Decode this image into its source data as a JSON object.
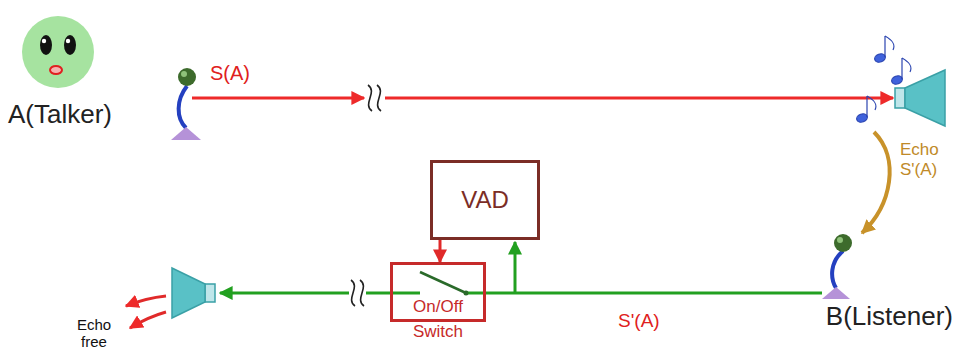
{
  "diagram": {
    "nodes": [
      {
        "text": [
          "VAD"
        ]
      },
      {
        "text": [
          "On/Off",
          "Switch"
        ]
      }
    ],
    "edges": [
      {
        "from": 0,
        "to": 1,
        "arrow": "to"
      }
    ],
    "labels": [
      "A(Talker)",
      "S(A)",
      "Echo S'(A)",
      "B(Listener)",
      "S'(A)",
      "Echo free"
    ]
  }
}
